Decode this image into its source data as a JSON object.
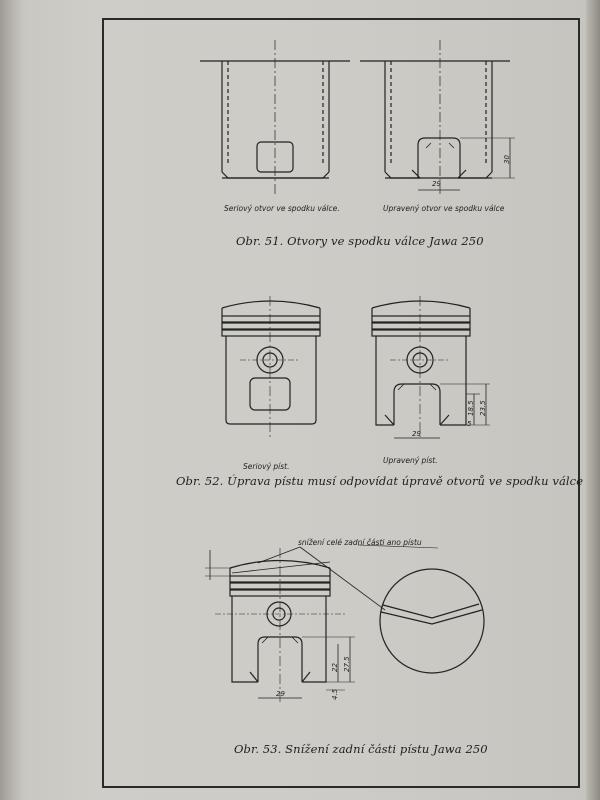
{
  "fig51": {
    "caption": "Obr. 51. Otvory ve spodku válce Jawa 250",
    "label_left": "Seriový otvor ve spodku válce.",
    "label_right": "Upravený otvor ve spodku válce",
    "dim_width": "29",
    "dim_height": "30"
  },
  "fig52": {
    "caption": "Obr. 52. Úprava pístu musí odpovídat úpravě otvorů ve spodku válce",
    "label_left": "Seriový píst.",
    "label_right": "Upravený píst.",
    "dim_width": "29",
    "dim_h1": "18.5",
    "dim_h2": "23.5",
    "dim_small": "5"
  },
  "fig53": {
    "caption": "Obr. 53. Snížení zadní části pístu Jawa 250",
    "annotation": "snížení celé zadní části ano pístu",
    "dim_width": "29",
    "dim_h1": "22",
    "dim_h2": "27.5",
    "dim_small": "4.5"
  }
}
